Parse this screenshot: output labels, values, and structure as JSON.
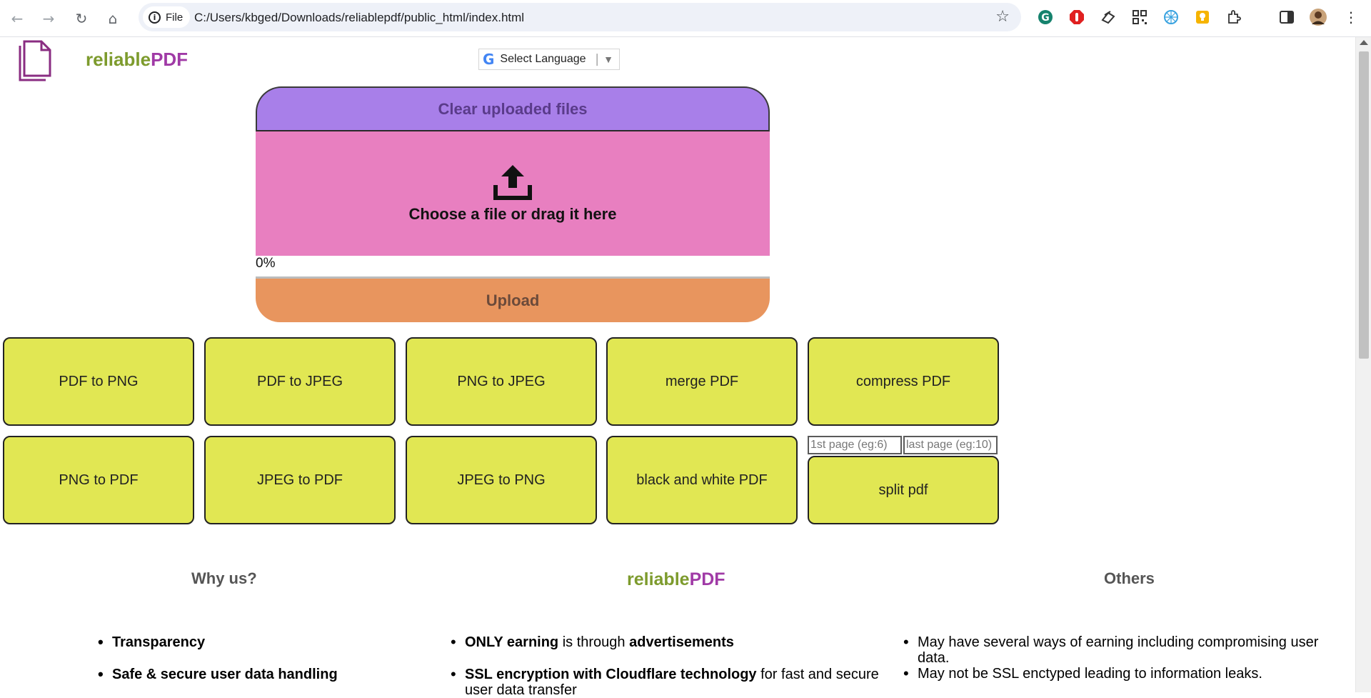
{
  "browser": {
    "chip_label": "File",
    "url": "C:/Users/kbged/Downloads/reliablepdf/public_html/index.html"
  },
  "site": {
    "brand_green": "reliable",
    "brand_purple": "PDF",
    "language_select": "Select Language"
  },
  "uploader": {
    "clear_label": "Clear uploaded files",
    "drop_text": "Choose a file or drag it here",
    "progress_text": "0%",
    "progress_value": 0,
    "upload_label": "Upload"
  },
  "tools": {
    "row1": [
      "PDF to PNG",
      "PDF to JPEG",
      "PNG to JPEG",
      "merge PDF",
      "compress PDF"
    ],
    "row2": [
      "PNG to PDF",
      "JPEG to PDF",
      "JPEG to PNG",
      "black and white PDF",
      "split pdf"
    ],
    "first_page_placeholder": "1st page (eg:6)",
    "last_page_placeholder": "last page (eg:10)"
  },
  "compare": {
    "why_heading": "Why us?",
    "others_heading": "Others",
    "why_items": [
      "Transparency",
      "Safe & secure user data handling"
    ],
    "mid_item1_a": "ONLY earning",
    "mid_item1_b": " is through ",
    "mid_item1_c": "advertisements",
    "mid_item2_a": "SSL encryption with Cloudflare technology",
    "mid_item2_b": " for fast and secure user data transfer",
    "others_items": [
      "May have several ways of earning including compromising user data.",
      "May not be SSL enctyped leading to information leaks."
    ]
  },
  "colors": {
    "brand_green": "#7d9b2d",
    "brand_purple": "#a03aa6",
    "clear_bg": "#a87fe9",
    "dropzone_bg": "#e87fc0",
    "upload_bg": "#e8955e",
    "tool_bg": "#e1e753"
  },
  "icons": [
    "back-icon",
    "forward-icon",
    "reload-icon",
    "home-icon",
    "info-icon",
    "star-icon",
    "upload-icon",
    "document-icon"
  ]
}
